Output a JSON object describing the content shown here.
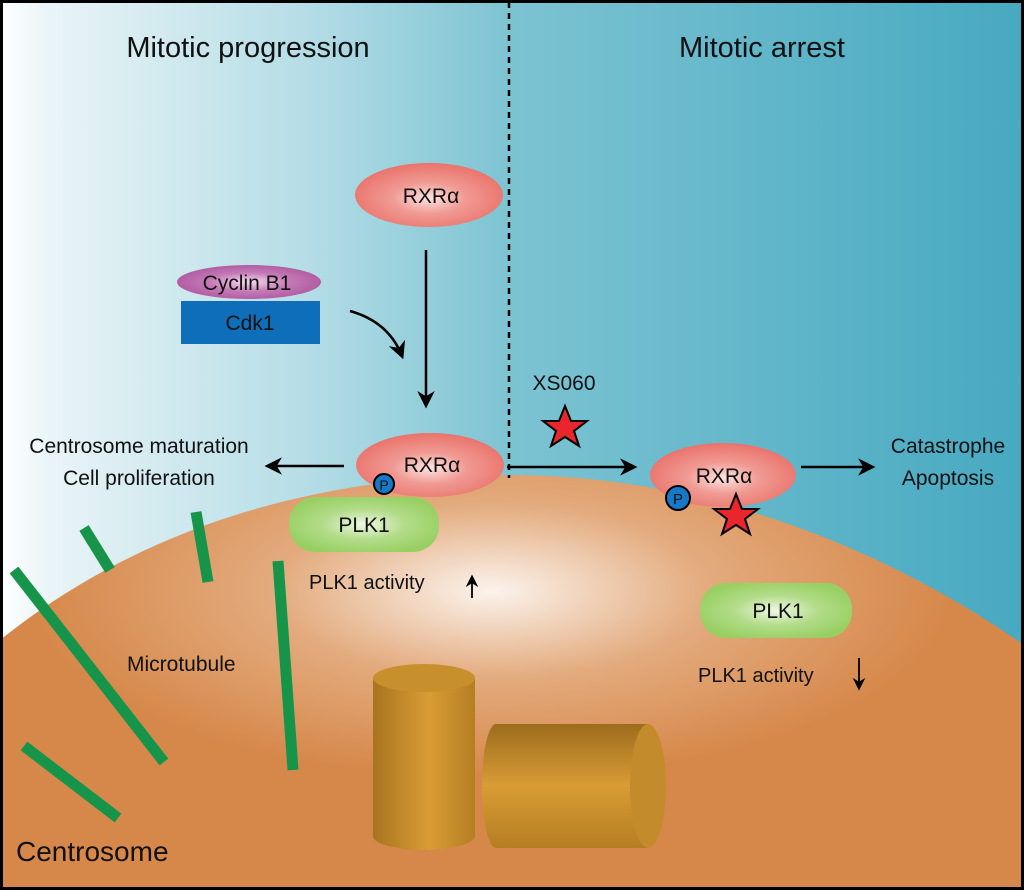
{
  "panels": {
    "left_title": "Mitotic progression",
    "right_title": "Mitotic arrest"
  },
  "proteins": {
    "rxra_top": "RXRα",
    "rxra_left": "RXRα",
    "rxra_right": "RXRα",
    "cyclin_b1": "Cyclin B1",
    "cdk1": "Cdk1",
    "plk1_left": "PLK1",
    "plk1_right": "PLK1",
    "phospho_left": "P",
    "phospho_right": "P"
  },
  "labels": {
    "drug": "XS060",
    "outcome_left_line1": "Centrosome maturation",
    "outcome_left_line2": "Cell proliferation",
    "outcome_right_line1": "Catastrophe",
    "outcome_right_line2": "Apoptosis",
    "plk1_activity_left": "PLK1 activity",
    "plk1_activity_right": "PLK1 activity",
    "microtubule": "Microtubule",
    "centrosome": "Centrosome"
  },
  "colors": {
    "background_left": "#ffffff",
    "background_mid": "#79c2d1",
    "background_right": "#47a9c1",
    "cell": "#d6884a",
    "rxra": "#ec7a72",
    "cyclin": "#b45ea6",
    "cdk1": "#0f6eb9",
    "plk1": "#9bd164",
    "phospho": "#1878c8",
    "microtubule": "#16954a",
    "centriole": "#c48b2c",
    "star": "#e8262b"
  }
}
